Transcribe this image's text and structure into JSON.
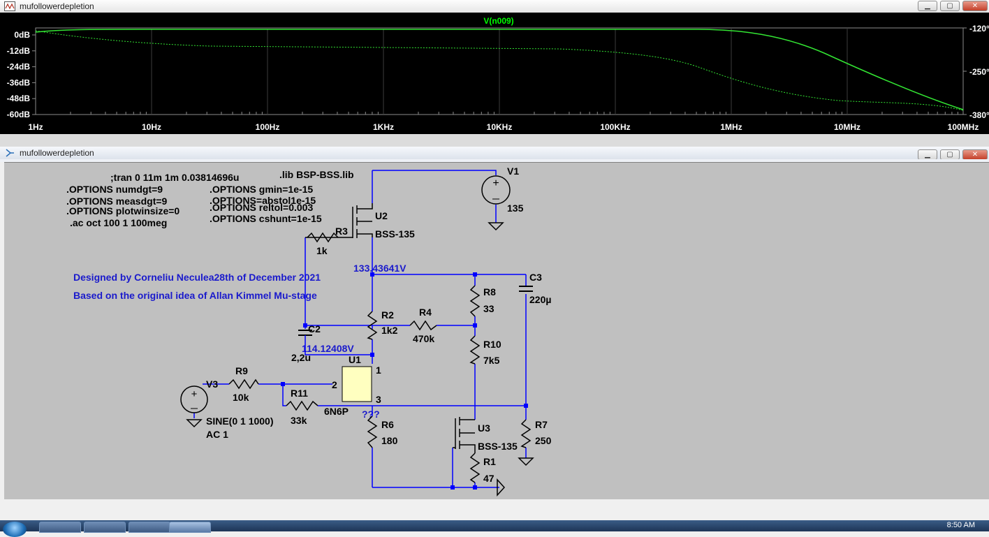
{
  "plot_window": {
    "title": "mufollowerdepletion",
    "trace_label": "V(n009)",
    "y_left_ticks": [
      "0dB",
      "-12dB",
      "-24dB",
      "-36dB",
      "-48dB",
      "-60dB"
    ],
    "y_right_ticks": [
      "-120°",
      "-250°",
      "-380°"
    ],
    "x_ticks": [
      "1Hz",
      "10Hz",
      "100Hz",
      "1KHz",
      "10KHz",
      "100KHz",
      "1MHz",
      "10MHz",
      "100MHz"
    ],
    "colors": {
      "background": "#000000",
      "trace": "#00ff00",
      "grid": "#4a4a4a",
      "text": "#ffffff"
    }
  },
  "schematic_window": {
    "title": "mufollowerdepletion",
    "directives": {
      "tran": ";tran 0 11m 1m 0.03814696u",
      "numdgt": ".OPTIONS numdgt=9",
      "measdgt": ".OPTIONS measdgt=9",
      "plotwinsize": ".OPTIONS plotwinsize=0",
      "ac": ".ac oct 100 1 100meg",
      "lib": ".lib BSP-BSS.lib",
      "gmin": ".OPTIONS gmin=1e-15",
      "abstol": ".OPTIONS=abstol1e-15",
      "reltol": ".OPTIONS reltol=0.003",
      "cshunt": ".OPTIONS cshunt=1e-15"
    },
    "comments": {
      "designer": "Designed by Corneliu Neculea28th of December 2021",
      "idea": "Based on the original idea of Allan Kimmel Mu-stage"
    },
    "node_voltages": {
      "top": "133.43641V",
      "mid": "114.12408V",
      "unknown": "???"
    },
    "components": {
      "V1": {
        "name": "V1",
        "value": "135"
      },
      "U2": {
        "name": "U2",
        "value": "BSS-135"
      },
      "R3": {
        "name": "R3",
        "value": "1k"
      },
      "C3": {
        "name": "C3",
        "value": "220µ"
      },
      "R8": {
        "name": "R8",
        "value": "33"
      },
      "R2": {
        "name": "R2",
        "value": "1k2"
      },
      "R4": {
        "name": "R4",
        "value": "470k"
      },
      "C2": {
        "name": "C2",
        "value": "2,2u"
      },
      "R10": {
        "name": "R10",
        "value": "7k5"
      },
      "U1": {
        "name": "U1",
        "value": "6N6P",
        "pins": [
          "1",
          "2",
          "3"
        ]
      },
      "R9": {
        "name": "R9",
        "value": "10k"
      },
      "V3": {
        "name": "V3",
        "value": "SINE(0 1 1000)",
        "value2": "AC 1"
      },
      "R11": {
        "name": "R11",
        "value": "33k"
      },
      "R6": {
        "name": "R6",
        "value": "180"
      },
      "U3": {
        "name": "U3",
        "value": "BSS-135"
      },
      "R7": {
        "name": "R7",
        "value": "250"
      },
      "R1": {
        "name": "R1",
        "value": "47"
      }
    },
    "colors": {
      "background": "#c0c0c0",
      "wire": "#0000ff",
      "component": "#000000",
      "text": "#000000",
      "comment": "#0000cc",
      "tube_body": "#ffffc0"
    }
  },
  "taskbar": {
    "clock": "8:50 AM"
  }
}
